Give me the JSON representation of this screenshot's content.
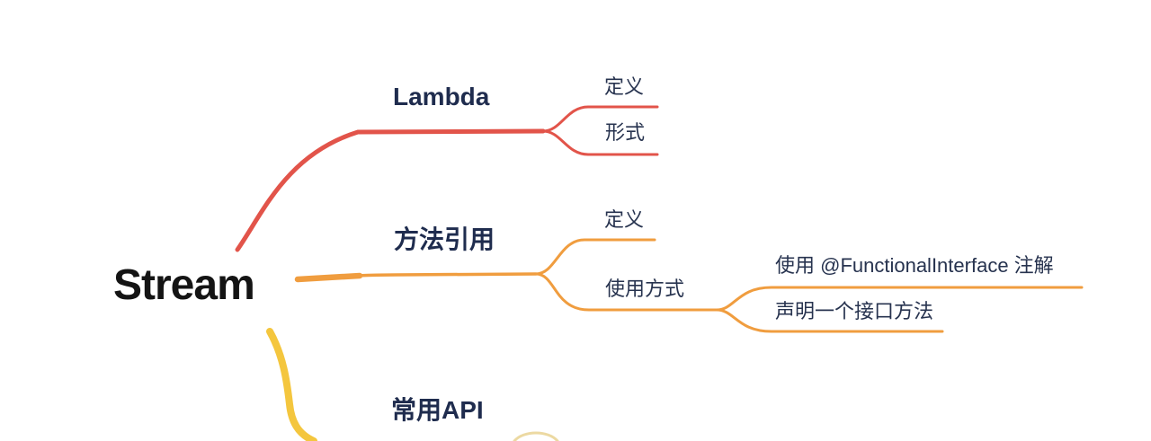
{
  "colors": {
    "branch_red": "#e2544a",
    "branch_orange": "#f09d3f",
    "branch_yellow": "#f4c63e",
    "faint_yellow": "#ecd9a2",
    "root_text": "#141414",
    "node_text": "#1f2c4e"
  },
  "mindmap": {
    "root": "Stream",
    "branches": [
      {
        "label": "Lambda",
        "color": "#e2544a",
        "children": [
          {
            "label": "定义"
          },
          {
            "label": "形式"
          }
        ]
      },
      {
        "label": "方法引用",
        "color": "#f09d3f",
        "children": [
          {
            "label": "定义"
          },
          {
            "label": "使用方式",
            "children": [
              {
                "label": "使用 @FunctionalInterface 注解"
              },
              {
                "label": "声明一个接口方法"
              }
            ]
          }
        ]
      },
      {
        "label": "常用API",
        "color": "#f4c63e",
        "children": []
      }
    ]
  }
}
